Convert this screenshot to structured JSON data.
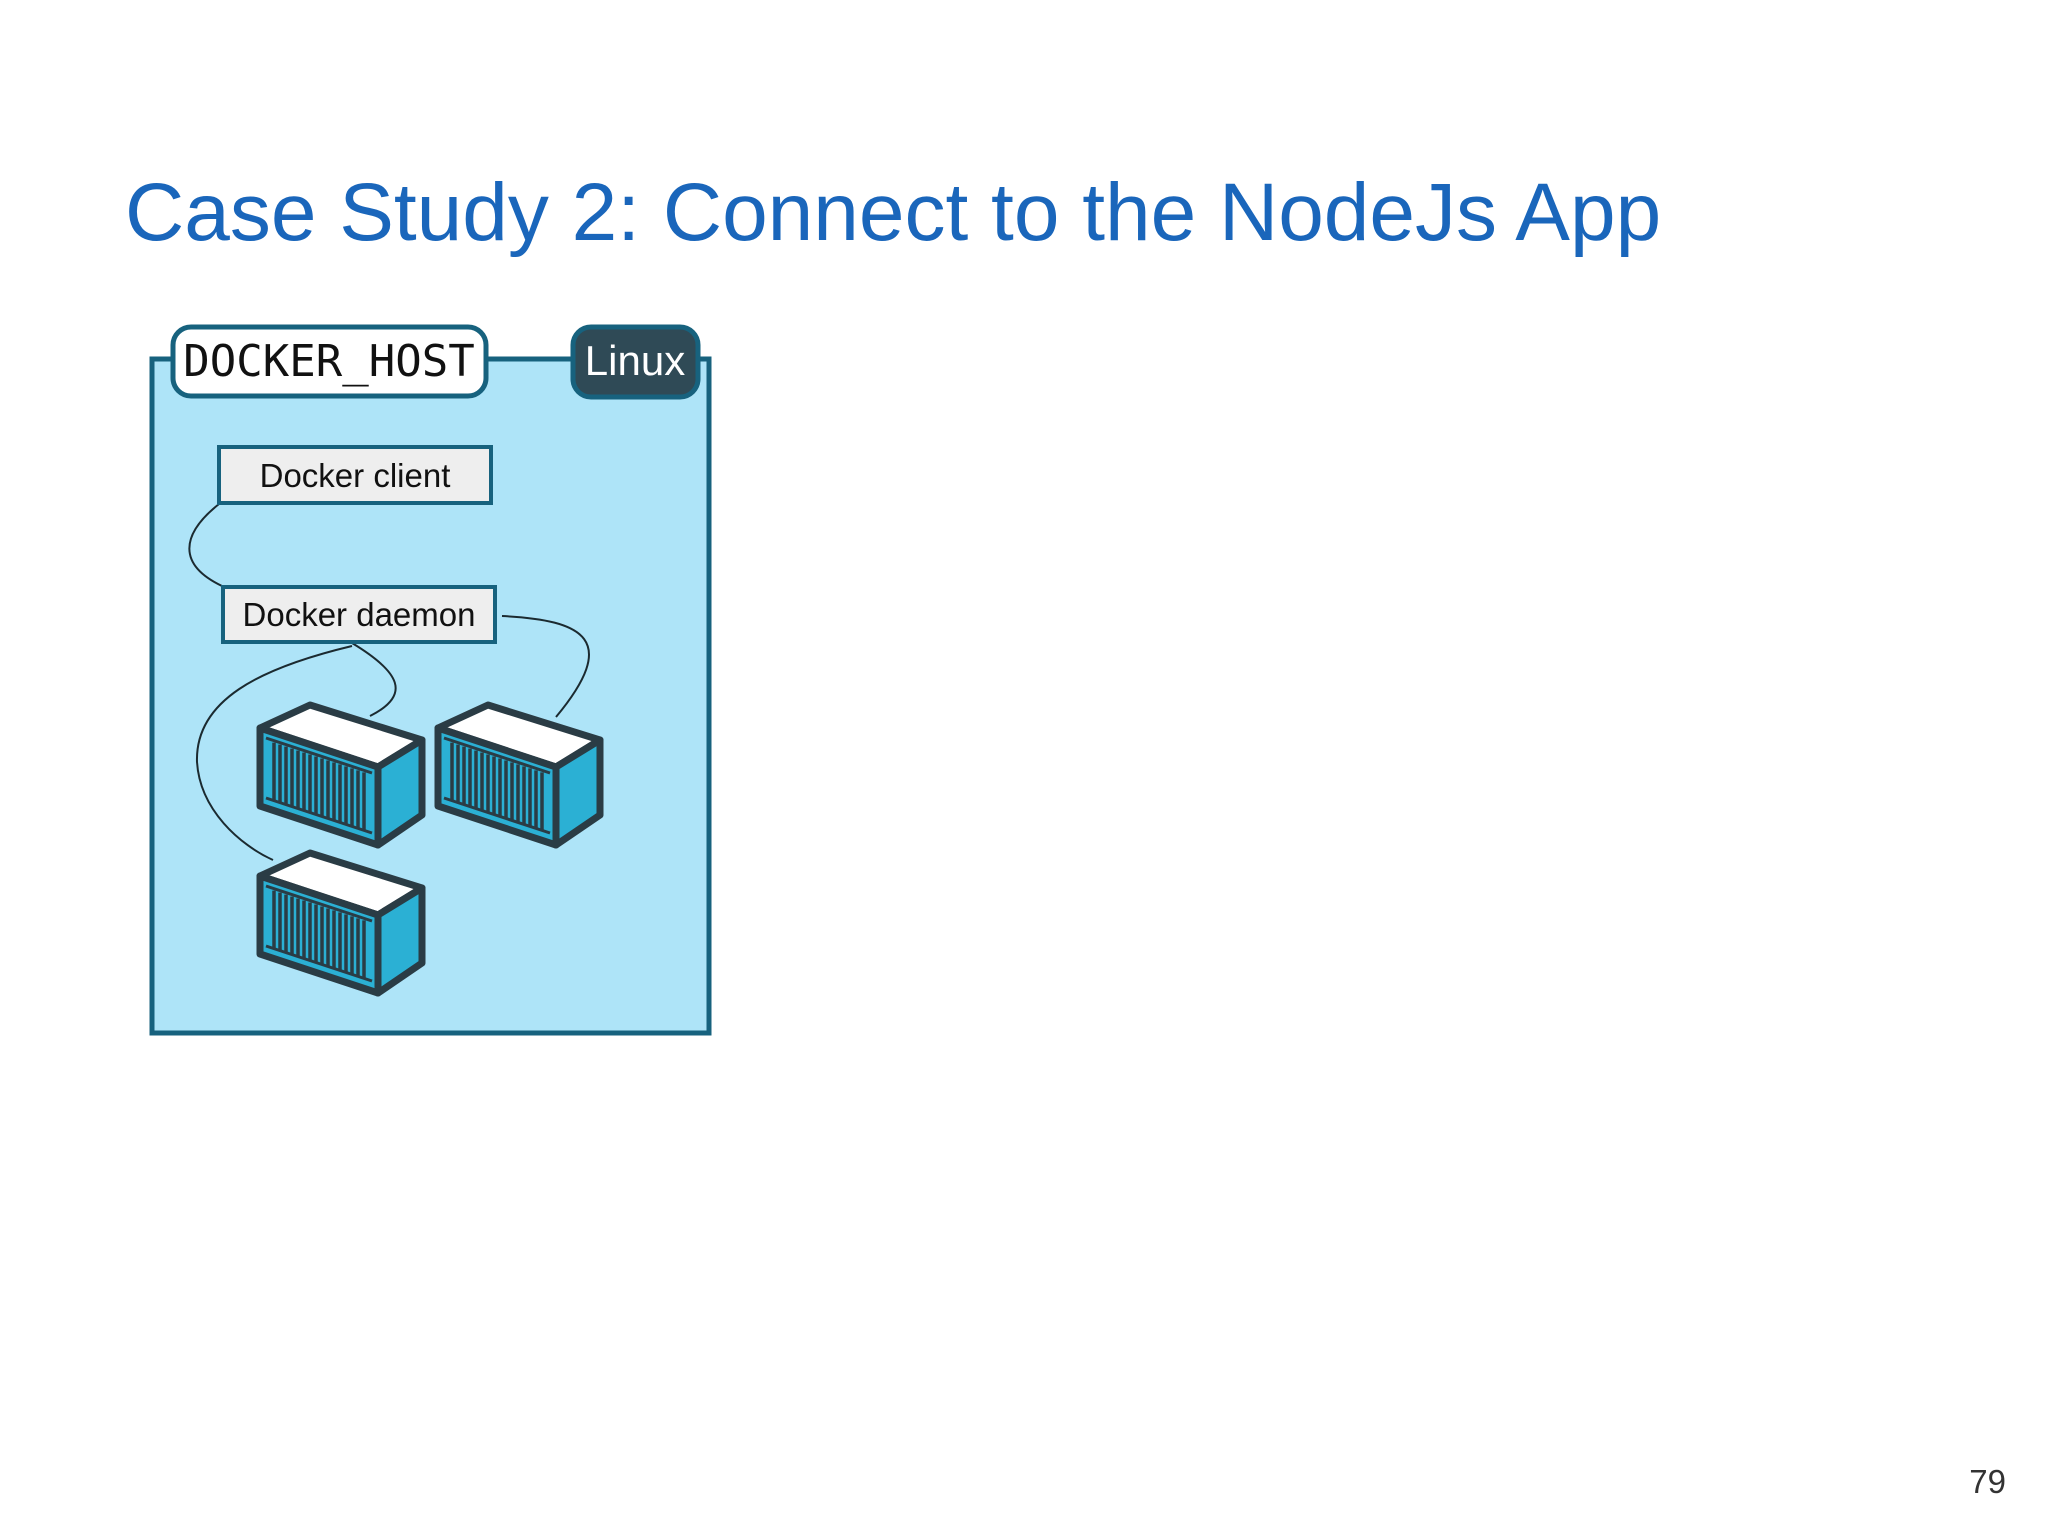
{
  "slide": {
    "title": "Case Study 2: Connect to the NodeJs App",
    "page_number": "79"
  },
  "diagram": {
    "host_label": "DOCKER_HOST",
    "os_label": "Linux",
    "client_label": "Docker client",
    "daemon_label": "Docker daemon",
    "container_count": 3
  },
  "colors": {
    "title": "#1a66bb",
    "host_fill": "#aee4f8",
    "host_border": "#17627e",
    "os_badge": "#2f4a56",
    "container_side": "#2bb0d4",
    "container_top": "#ffffff",
    "container_dark": "#2a3c45"
  }
}
